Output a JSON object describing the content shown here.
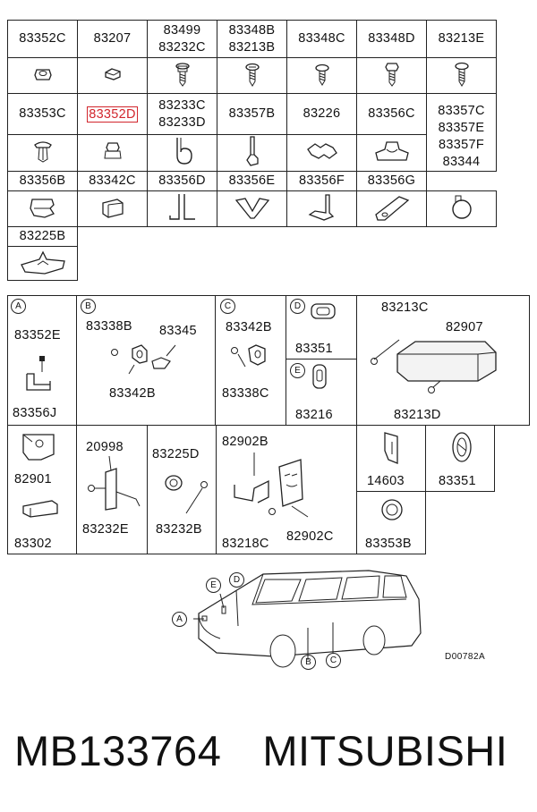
{
  "grid_rows": [
    {
      "labels": [
        "83352C",
        "83207",
        [
          "83499",
          "83232C"
        ],
        [
          "83348B",
          "83213B"
        ],
        "83348C",
        "83348D",
        "83213E"
      ],
      "icons": [
        "nut-icon",
        "clip-icon",
        "screw-icon",
        "screw-icon",
        "screw-icon",
        "screw-icon",
        "screw-icon"
      ]
    },
    {
      "labels": [
        "83353C",
        "83352D",
        [
          "83233C",
          "83233D"
        ],
        "83357B",
        "83226",
        "83356C",
        [
          "83357C",
          "83357E",
          "83357F",
          "83344"
        ]
      ],
      "icons": [
        "rivet-icon",
        "nut-clip-icon",
        "clamp-icon",
        "bracket-icon",
        "clip-icon",
        "clip-icon",
        ""
      ]
    },
    {
      "labels": [
        "83356B",
        "83342C",
        "83356D",
        "83356E",
        "83356F",
        "83356G"
      ],
      "icons": [
        "clip-icon",
        "bracket-icon",
        "bracket-icon",
        "clip-icon",
        "bracket-icon",
        "clip-icon",
        "band-icon"
      ]
    },
    {
      "labels": [
        "83225B"
      ],
      "icons": [
        "bracket-icon"
      ]
    }
  ],
  "highlight_part": "83352D",
  "sections": {
    "A": {
      "letter": "A",
      "parts": [
        "83352E",
        "83356J",
        "82901",
        "83302"
      ]
    },
    "B": {
      "letter": "B",
      "parts": [
        "83338B",
        "83345",
        "83342B",
        "20998",
        "83232E",
        "83225D",
        "83232B"
      ]
    },
    "C": {
      "letter": "C",
      "parts": [
        "83342B",
        "83338C",
        "82902B",
        "83218C",
        "82902C"
      ]
    },
    "D": {
      "letter": "D",
      "parts": [
        "83351"
      ]
    },
    "E": {
      "letter": "E",
      "parts": [
        "83216"
      ]
    },
    "right": {
      "parts": [
        "83213C",
        "82907",
        "83213D",
        "14603",
        "83351",
        "83353B"
      ]
    }
  },
  "car_callouts": [
    "E",
    "D",
    "A",
    "B",
    "C"
  ],
  "diagram_code": "D00782A",
  "footer": {
    "part_number": "MB133764",
    "brand": "MITSUBISHI"
  }
}
